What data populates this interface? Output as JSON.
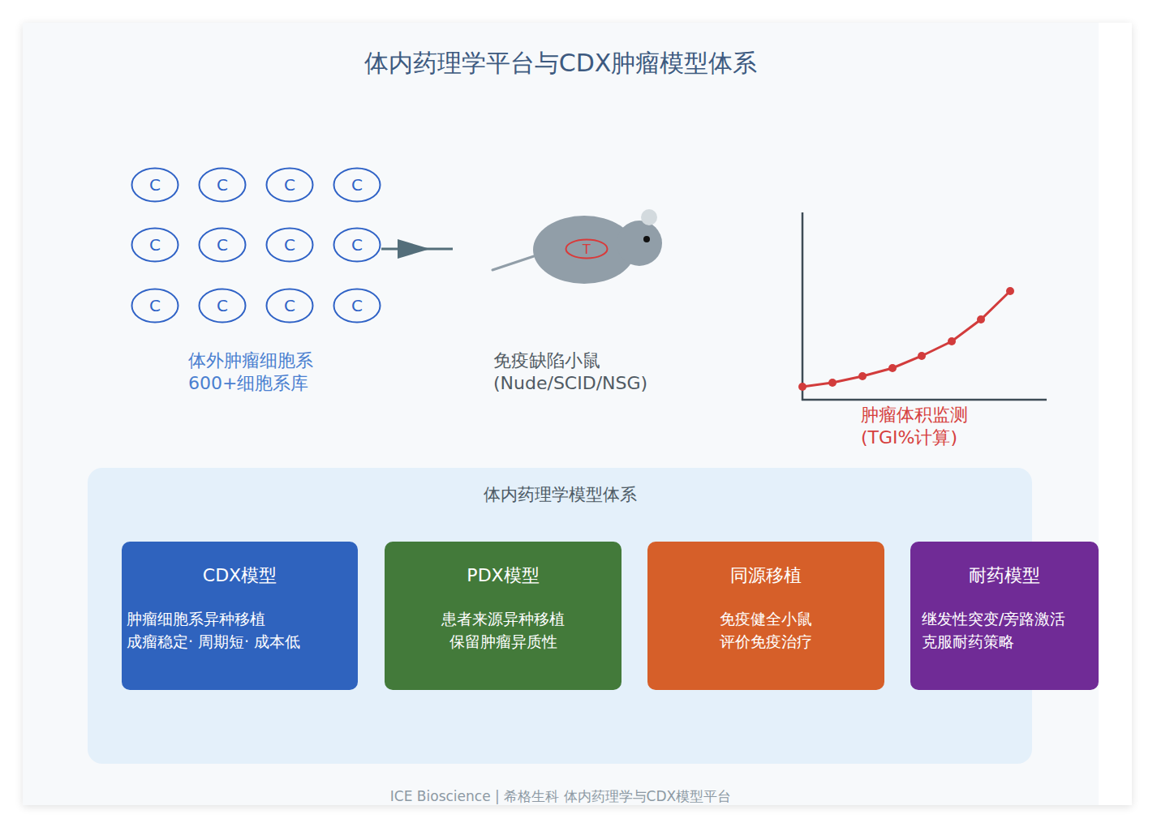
{
  "diagram": {
    "title": "体内药理学平台与CDX肿瘤模型体系",
    "caption": "ICE Bioscience | 希格生科 体内药理学与CDX模型平台",
    "nodes": [
      {
        "text": [
          "C"
        ]
      },
      {
        "text": [
          "C"
        ]
      },
      {
        "text": [
          "C"
        ]
      },
      {
        "text": [
          "C"
        ]
      },
      {
        "text": [
          "C"
        ]
      },
      {
        "text": [
          "C"
        ]
      },
      {
        "text": [
          "C"
        ]
      },
      {
        "text": [
          "C"
        ]
      },
      {
        "text": [
          "C"
        ]
      },
      {
        "text": [
          "C"
        ]
      },
      {
        "text": [
          "C"
        ]
      },
      {
        "text": [
          "C"
        ]
      },
      {
        "text": [
          "T"
        ]
      },
      {
        "text": [
          "体内药理学模型体系"
        ]
      },
      {
        "text": [
          "CDX模型",
          "肿瘤细胞系异种移植 成瘤稳定· 周期短· 成本低"
        ],
        "in": 13
      },
      {
        "text": [
          "PDX模型",
          "患者来源异种移植 保留肿瘤异质性"
        ],
        "in": 13
      },
      {
        "text": [
          "同源移植",
          "免疫健全小鼠 评价免疫治疗"
        ],
        "in": 13
      },
      {
        "text": [
          "耐药模型",
          "继发性突变/旁路激活 克服耐药策略"
        ],
        "in": 13
      }
    ],
    "labels": [
      "体外肿瘤细胞系",
      "600+细胞系库",
      "免疫缺陷小鼠",
      "(Nude/SCID/NSG)",
      "肿瘤体积监测",
      "(TGI%计算)"
    ]
  }
}
